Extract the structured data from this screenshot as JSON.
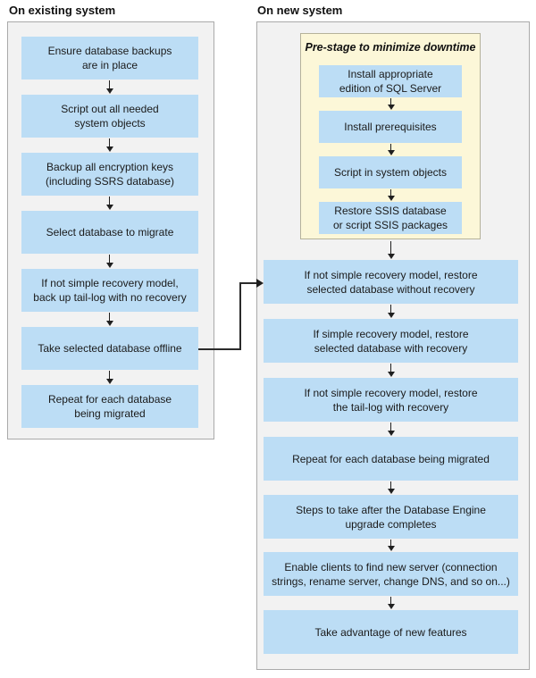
{
  "diagram": {
    "left": {
      "title": "On existing system",
      "steps": [
        "Ensure database backups\nare in place",
        "Script out all needed\nsystem objects",
        "Backup all encryption keys\n(including SSRS database)",
        "Select database to migrate",
        "If not simple recovery model,\nback up tail-log with no recovery",
        "Take selected database offline",
        "Repeat for each database\nbeing migrated"
      ]
    },
    "right": {
      "title": "On new system",
      "prestage": {
        "title": "Pre-stage to minimize downtime",
        "steps": [
          "Install appropriate\nedition of SQL Server",
          "Install prerequisites",
          "Script in system objects",
          "Restore SSIS database\nor script SSIS packages"
        ]
      },
      "steps": [
        "If not simple recovery model, restore\nselected database without recovery",
        "If simple recovery model, restore\nselected database with recovery",
        "If not simple recovery model, restore\nthe tail-log with recovery",
        "Repeat for each database being migrated",
        "Steps to take after the Database Engine\nupgrade completes",
        "Enable clients to find new server (connection\nstrings, rename server, change DNS, and so on...)",
        "Take advantage of new features"
      ]
    },
    "colors": {
      "step_fill": "#bcddf5",
      "prestage_fill": "#fcf7d8",
      "prestage_border": "#b5b29b",
      "panel_fill": "#f2f2f2",
      "panel_border": "#aaaaaa",
      "arrow": "#1f1f1f"
    }
  }
}
